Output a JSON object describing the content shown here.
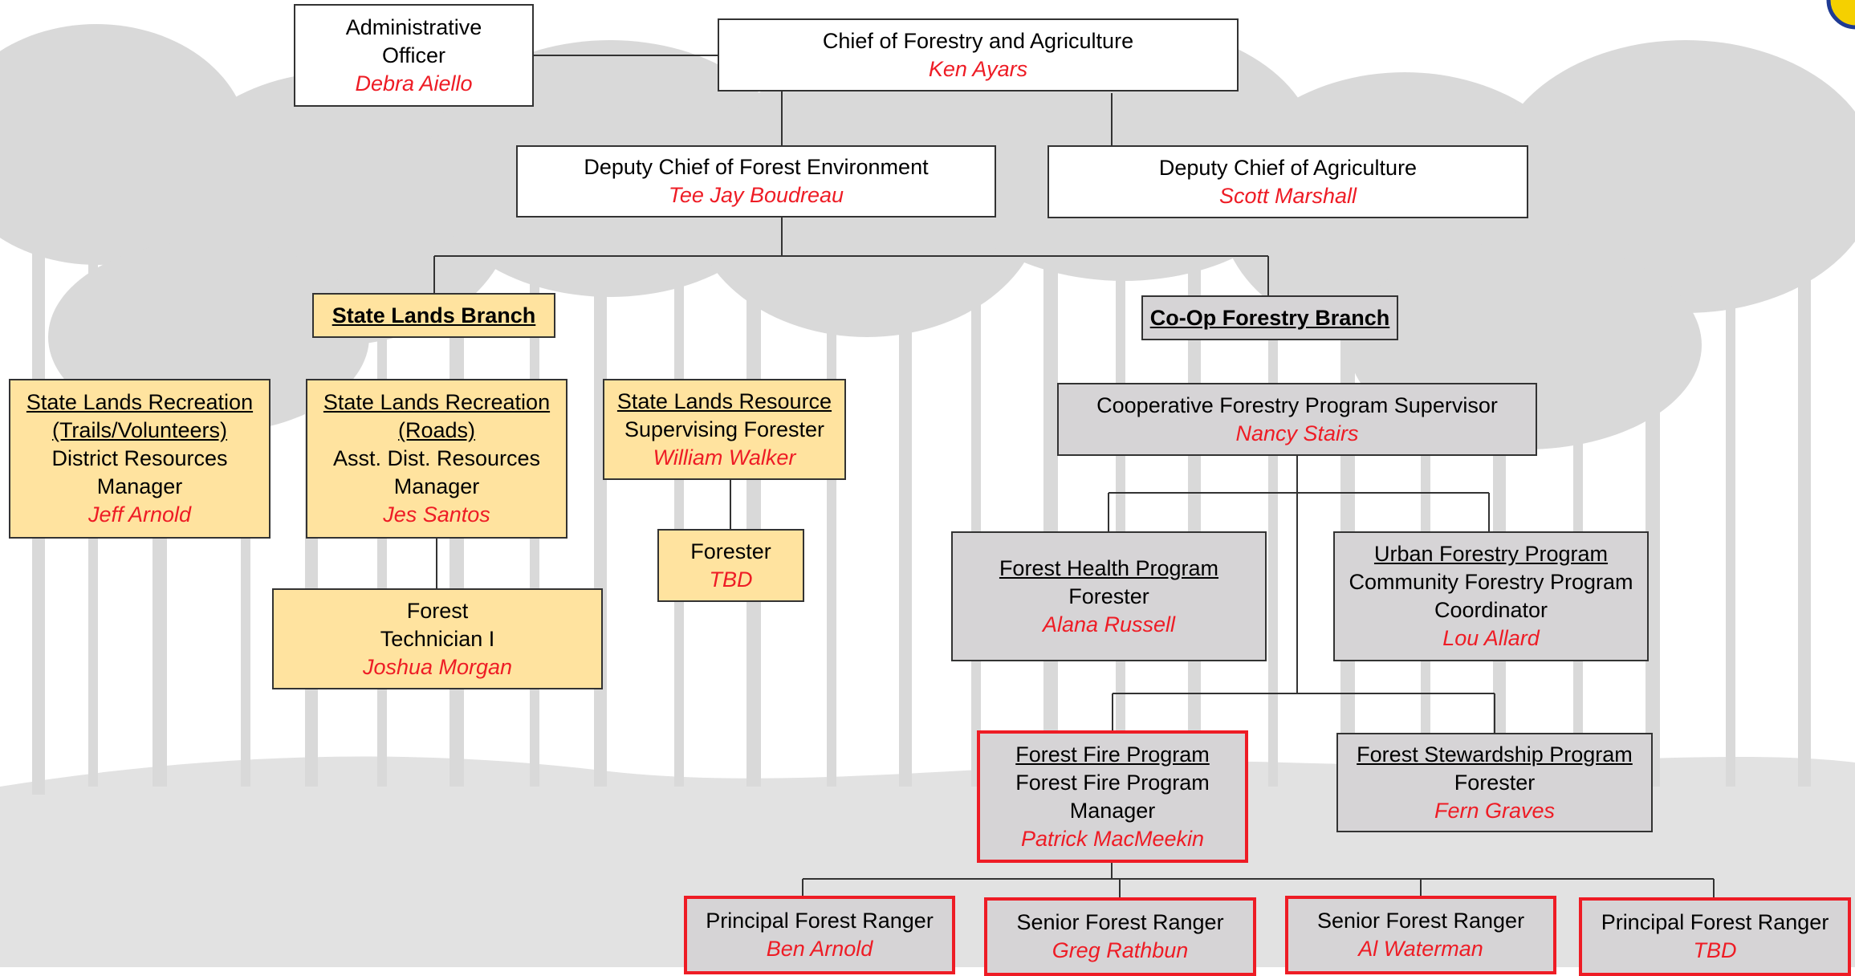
{
  "colors": {
    "background": "#ffffff",
    "tree_silhouette": "#d9d9d9",
    "state_box": "#ffe39f",
    "coop_box": "#d6d4d6",
    "name_text": "#ee1c25",
    "highlight_border": "#ee1c25"
  },
  "nodes": {
    "admin": {
      "title": [
        "Administrative",
        "Officer"
      ],
      "name": "Debra Aiello"
    },
    "chief": {
      "title": [
        "Chief of Forestry and Agriculture"
      ],
      "name": "Ken Ayars"
    },
    "deputy_forest": {
      "title": [
        "Deputy Chief of Forest Environment"
      ],
      "name": "Tee Jay Boudreau"
    },
    "deputy_ag": {
      "title": [
        "Deputy Chief of Agriculture"
      ],
      "name": "Scott Marshall"
    },
    "state_branch": {
      "label": "State Lands Branch"
    },
    "coop_branch": {
      "label": "Co-Op Forestry Branch"
    },
    "slr_trails": {
      "program": [
        "State Lands Recreation",
        "(Trails/Volunteers)"
      ],
      "title": [
        "District Resources",
        "Manager"
      ],
      "name": "Jeff Arnold"
    },
    "slr_roads": {
      "program": [
        "State Lands Recreation",
        "(Roads)"
      ],
      "title": [
        "Asst. Dist. Resources",
        "Manager"
      ],
      "name": "Jes Santos"
    },
    "sl_resource": {
      "program": [
        "State Lands Resource"
      ],
      "title": [
        "Supervising Forester"
      ],
      "name": "William Walker"
    },
    "forester_tbd": {
      "title": [
        "Forester"
      ],
      "name": "TBD"
    },
    "forest_tech": {
      "title": [
        "Forest",
        "Technician I"
      ],
      "name": "Joshua Morgan"
    },
    "coop_supervisor": {
      "title": [
        "Cooperative Forestry Program Supervisor"
      ],
      "name": "Nancy Stairs"
    },
    "forest_health": {
      "program": [
        "Forest Health Program"
      ],
      "title": [
        "Forester"
      ],
      "name": "Alana Russell"
    },
    "urban_forestry": {
      "program": [
        "Urban Forestry Program"
      ],
      "title": [
        "Community Forestry Program",
        "Coordinator"
      ],
      "name": "Lou Allard"
    },
    "forest_fire": {
      "program": [
        "Forest Fire Program"
      ],
      "title": [
        "Forest Fire Program",
        "Manager"
      ],
      "name": "Patrick MacMeekin"
    },
    "stewardship": {
      "program": [
        "Forest Stewardship Program"
      ],
      "title": [
        "Forester"
      ],
      "name": "Fern Graves"
    },
    "ranger_1": {
      "title": [
        "Principal Forest Ranger"
      ],
      "name": "Ben Arnold"
    },
    "ranger_2": {
      "title": [
        "Senior Forest Ranger"
      ],
      "name": "Greg Rathbun"
    },
    "ranger_3": {
      "title": [
        "Senior Forest Ranger"
      ],
      "name": "Al Waterman"
    },
    "ranger_4": {
      "title": [
        "Principal Forest Ranger"
      ],
      "name": "TBD"
    }
  }
}
